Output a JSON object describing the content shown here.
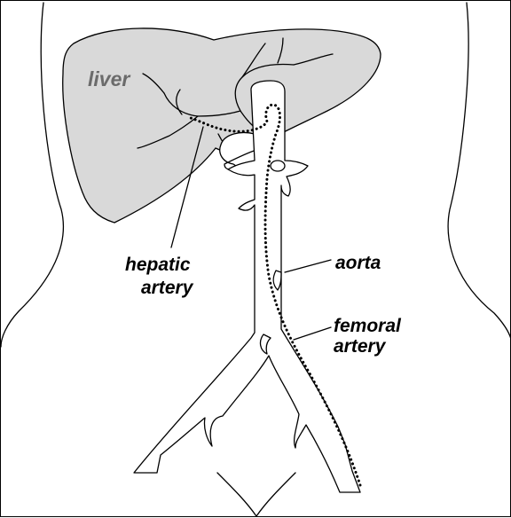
{
  "labels": {
    "liver": "liver",
    "hepatic_artery_line1": "hepatic",
    "hepatic_artery_line2": "artery",
    "aorta": "aorta",
    "femoral_artery_line1": "femoral",
    "femoral_artery_line2": "artery"
  },
  "colors": {
    "liver_fill": "#d9d9d9",
    "outline": "#000000",
    "liver_label": "#6b6b6b"
  }
}
